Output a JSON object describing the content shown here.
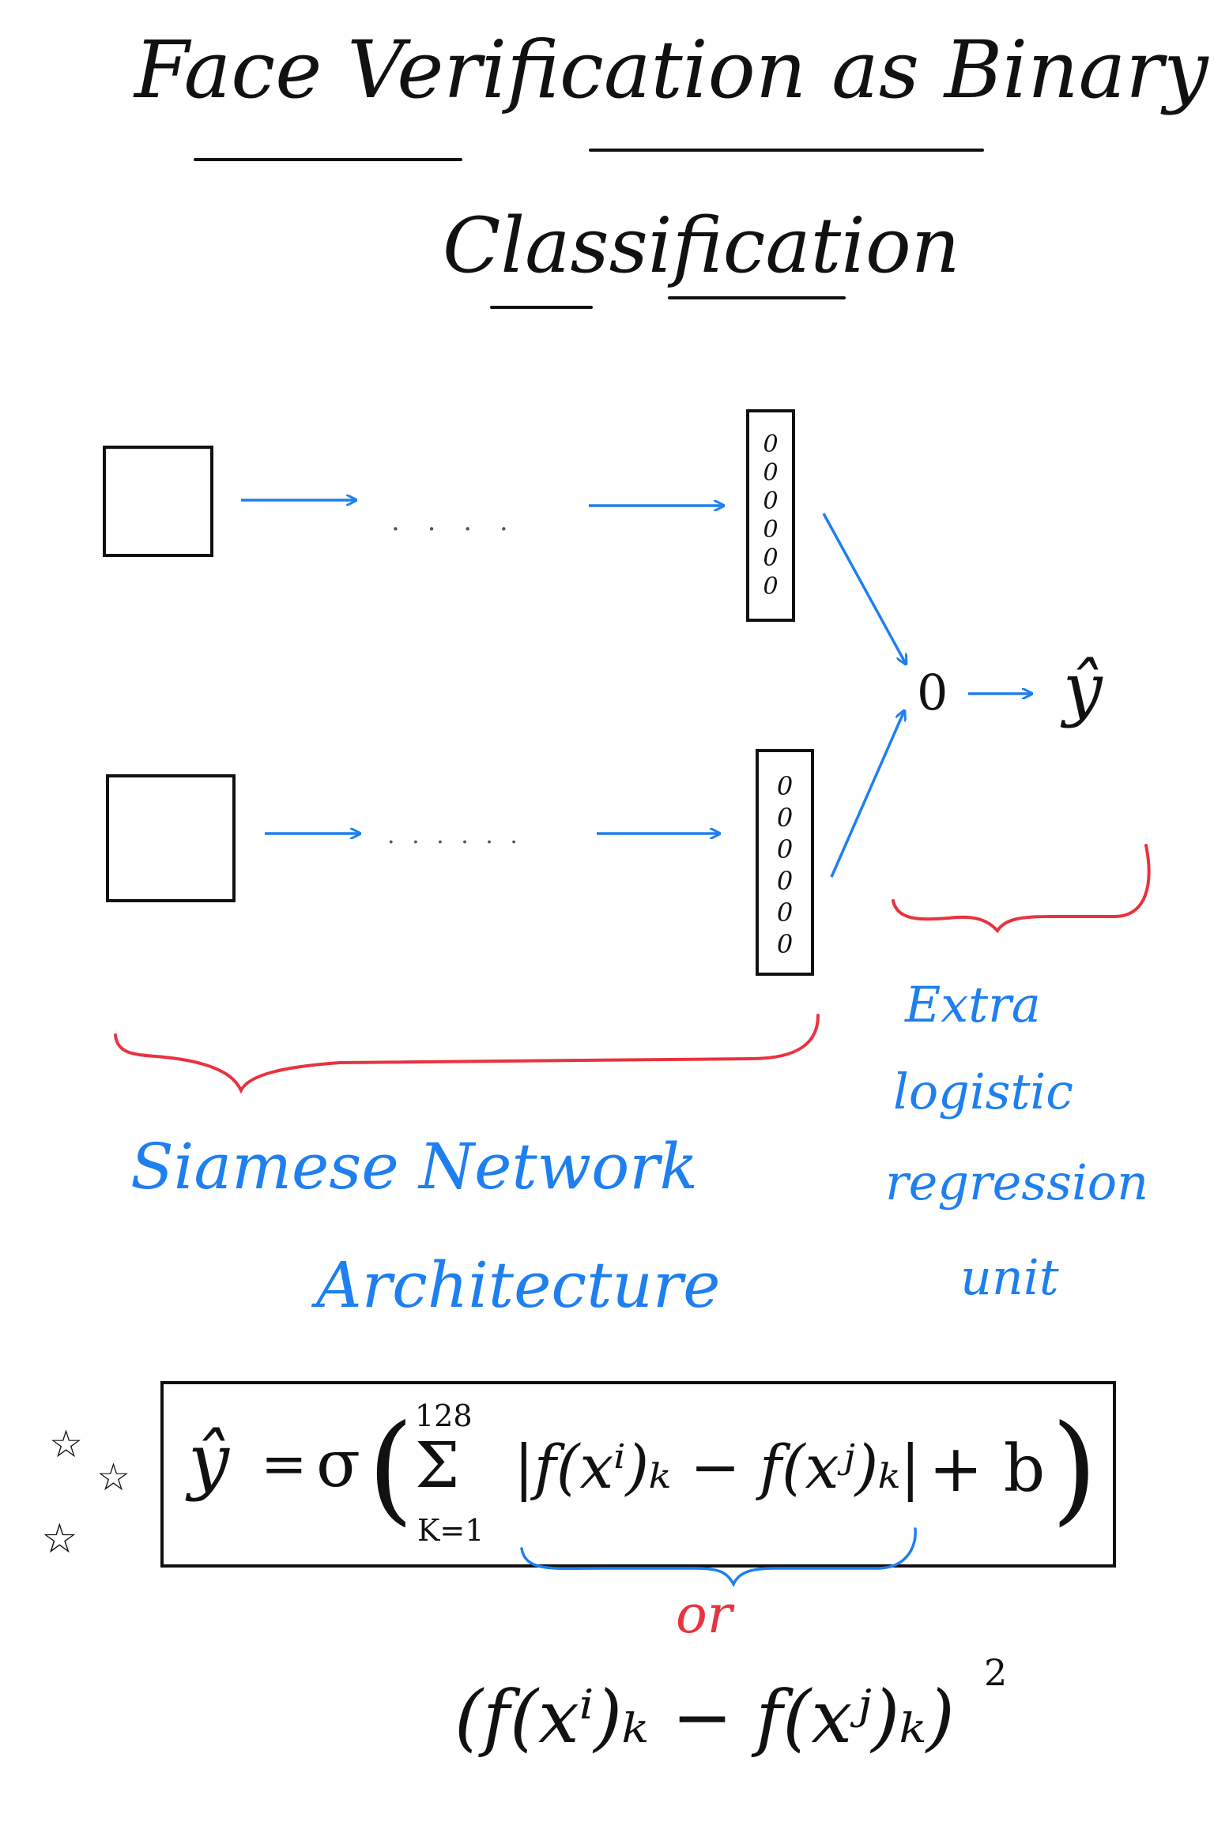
{
  "title": {
    "line1": "Face Verification as Binary",
    "line2": "Classification"
  },
  "diagram": {
    "embedding_nodes_top": [
      "0",
      "0",
      "0",
      "0",
      "0",
      "0"
    ],
    "embedding_nodes_bottom": [
      "0",
      "0",
      "0",
      "0",
      "0",
      "0"
    ],
    "dots_top": ". . . .",
    "dots_bottom": ". . . . . .",
    "output_node": "0",
    "output_symbol": "ŷ"
  },
  "labels": {
    "siamese_line1": "Siamese Network",
    "siamese_line2": "Architecture",
    "logistic_line1": "Extra",
    "logistic_line2": "logistic",
    "logistic_line3": "regression",
    "logistic_line4": "unit"
  },
  "formula": {
    "lhs": "ŷ",
    "equals": "=",
    "sigma": "σ",
    "open_paren": "(",
    "sum_symbol": "Σ",
    "sum_upper": "128",
    "sum_lower": "K=1",
    "abs_term": "|f(xⁱ)ₖ − f(xʲ)ₖ|",
    "plus_b": "+ b",
    "close_paren": ")"
  },
  "alternative": {
    "or_label": "or",
    "expression": "(f(xⁱ)ₖ − f(xʲ)ₖ)",
    "exponent": "2"
  },
  "stars": [
    "☆",
    "☆",
    "☆"
  ],
  "colors": {
    "ink": "#111111",
    "blue": "#1e7ff0",
    "red": "#e8333f"
  }
}
